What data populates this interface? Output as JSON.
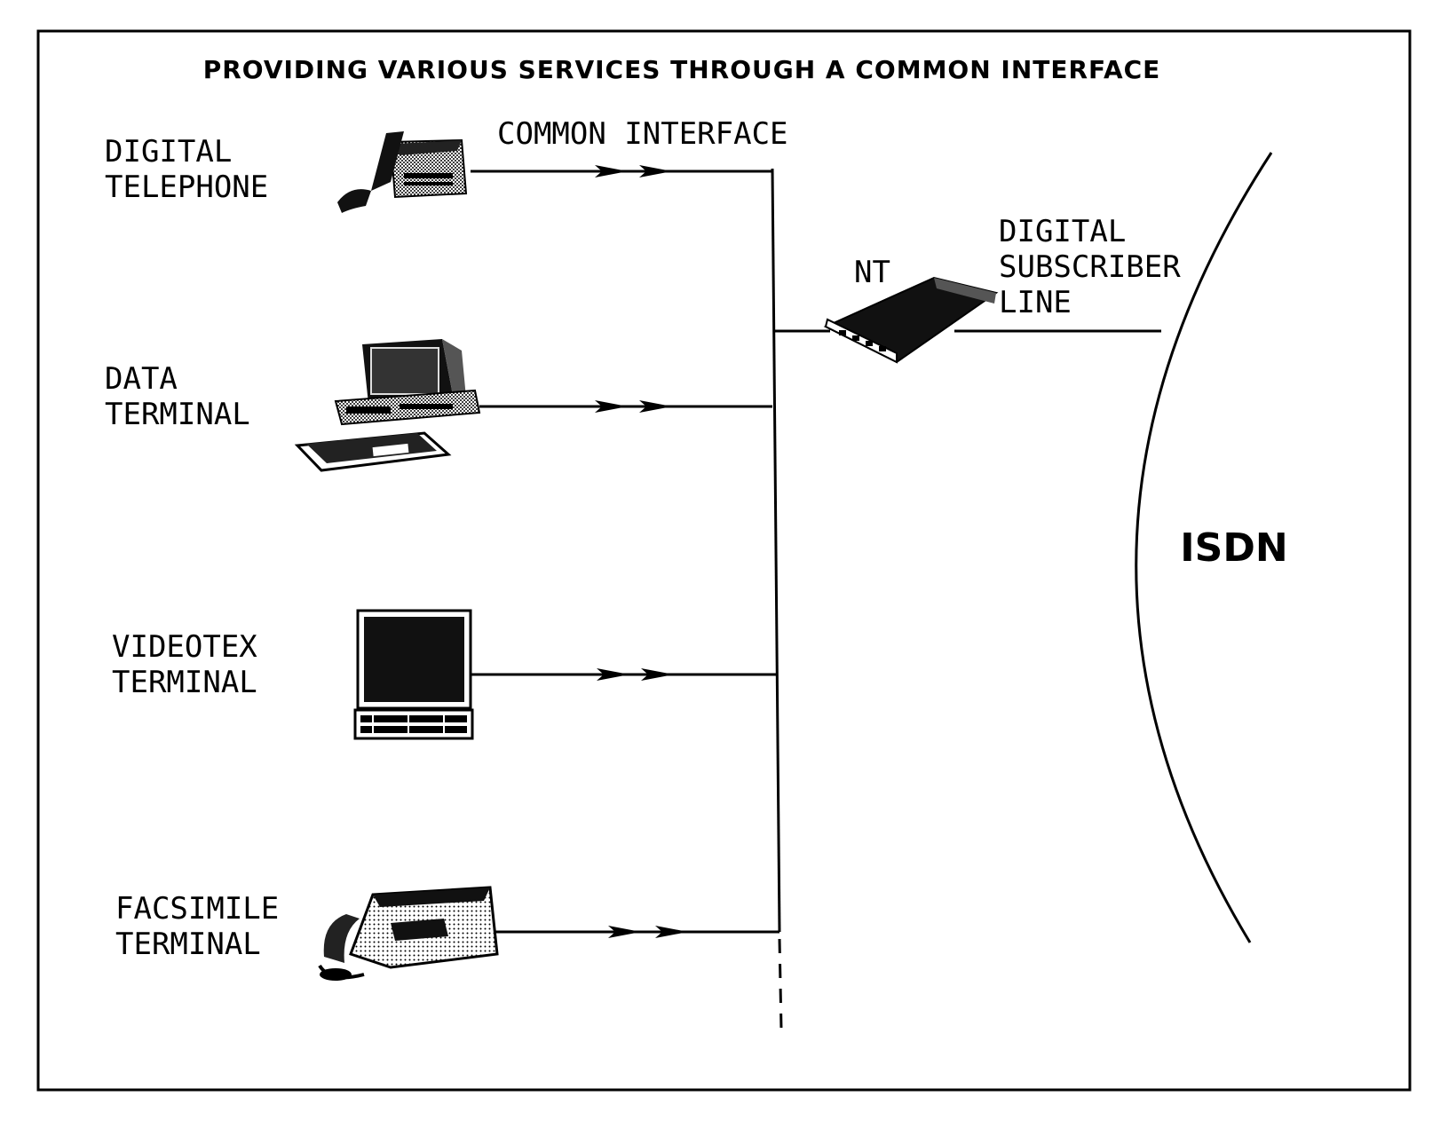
{
  "title": "PROVIDING VARIOUS SERVICES THROUGH A COMMON INTERFACE",
  "common_interface_label": "COMMON INTERFACE",
  "terminals": [
    {
      "line1": "DIGITAL",
      "line2": "TELEPHONE",
      "icon": "telephone-icon"
    },
    {
      "line1": "DATA",
      "line2": "TERMINAL",
      "icon": "computer-icon"
    },
    {
      "line1": "VIDEOTEX",
      "line2": "TERMINAL",
      "icon": "monitor-icon"
    },
    {
      "line1": "FACSIMILE",
      "line2": "TERMINAL",
      "icon": "fax-icon"
    }
  ],
  "nt": {
    "label": "NT",
    "icon": "network-terminator-icon"
  },
  "subscriber_line": {
    "line1": "DIGITAL",
    "line2": "SUBSCRIBER",
    "line3": "LINE"
  },
  "network": {
    "label": "ISDN"
  }
}
